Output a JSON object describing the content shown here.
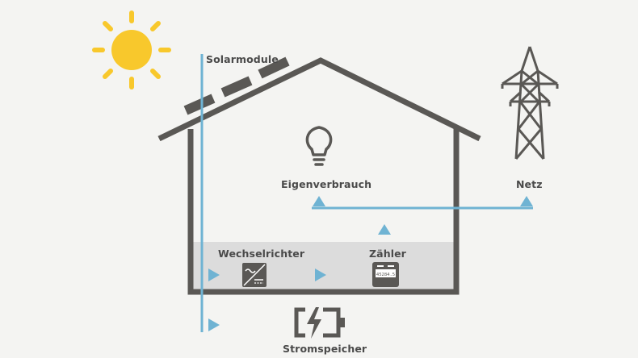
{
  "labels": {
    "solar": "Solarmodule",
    "consumption": "Eigenverbrauch",
    "grid": "Netz",
    "inverter": "Wechselrichter",
    "meter": "Zähler",
    "storage": "Stromspeicher",
    "meter_display": "45284.5"
  },
  "colors": {
    "background": "#f4f4f2",
    "house_stroke": "#5a5855",
    "flow_line": "#6fb3d3",
    "sun": "#f8c82c",
    "basement": "#dcdcdc",
    "label": "#4a4a4a"
  },
  "icons": [
    "sun-icon",
    "lightbulb-icon",
    "power-pylon-icon",
    "inverter-icon",
    "meter-icon",
    "battery-icon"
  ]
}
